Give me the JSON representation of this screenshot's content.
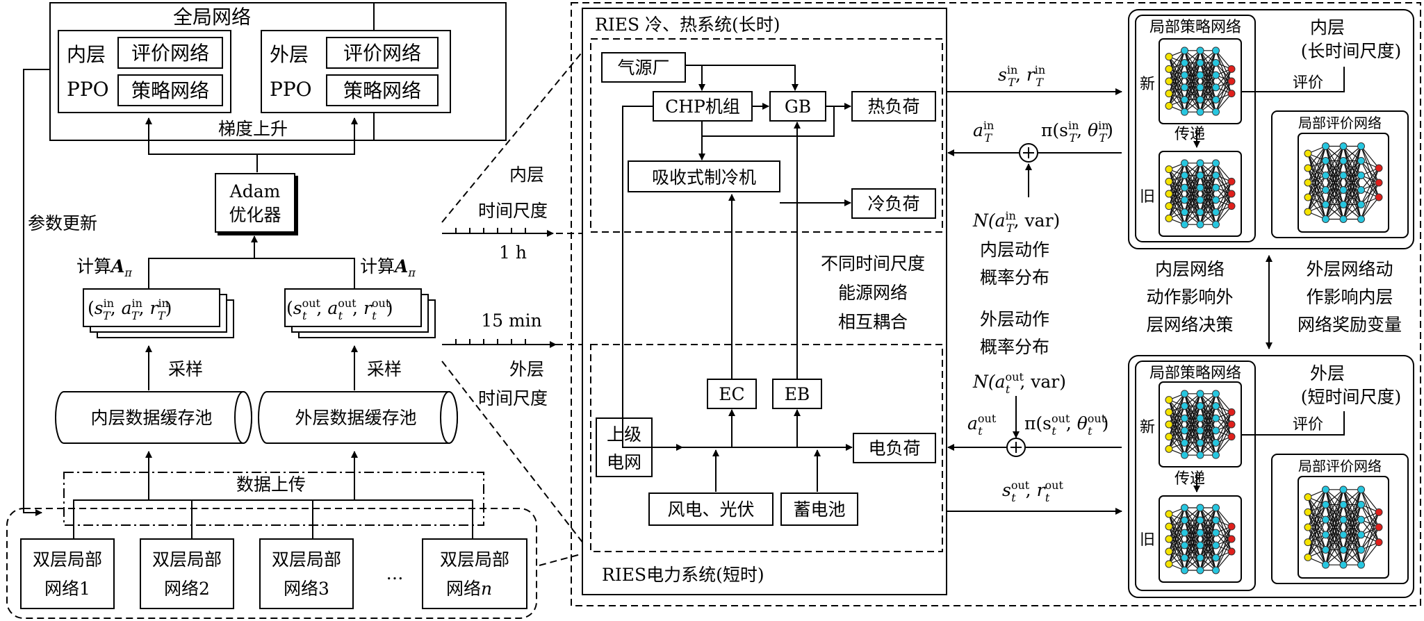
{
  "global": {
    "title": "全局网络",
    "inner_label1": "内层",
    "inner_label2": "PPO",
    "outer_label1": "外层",
    "outer_label2": "PPO",
    "critic": "评价网络",
    "actor": "策略网络",
    "gradient": "梯度上升"
  },
  "adam": {
    "line1": "Adam",
    "line2": "优化器"
  },
  "param_update": "参数更新",
  "compute_a_pi": {
    "prefix": "计算",
    "symbol": "A",
    "sub": "π"
  },
  "tuple_in": {
    "open": "(",
    "s": "s",
    "a": "a",
    "r": "r",
    "sub": "T",
    "sup": "in",
    "sep": ", ",
    "close": ")"
  },
  "tuple_out": {
    "open": "(",
    "s": "s",
    "a": "a",
    "r": "r",
    "sub": "t",
    "sup": "out",
    "sep": ", ",
    "close": ")"
  },
  "sampling": "采样",
  "buffer_in": "内层数据缓存池",
  "buffer_out": "外层数据缓存池",
  "upload": "数据上传",
  "local_nets": [
    {
      "line1": "双层局部",
      "line2": "网络1"
    },
    {
      "line1": "双层局部",
      "line2": "网络2"
    },
    {
      "line1": "双层局部",
      "line2": "网络3"
    },
    {
      "line1": "双层局部",
      "line2": "网络",
      "italic": "n"
    }
  ],
  "ellipsis": "…",
  "timescale": {
    "inner1": "内层",
    "inner2": "时间尺度",
    "inner_step": "1 h",
    "outer_step": "15 min",
    "outer1": "外层",
    "outer2": "时间尺度"
  },
  "ries": {
    "heat_title": "RIES 冷、热系统(长时)",
    "elec_title": "RIES电力系统(短时)",
    "gas": "气源厂",
    "chp": "CHP机组",
    "gb": "GB",
    "heat_load": "热负荷",
    "absorb": "吸收式制冷机",
    "cool_load": "冷负荷",
    "coupling": [
      "不同时间尺度",
      "能源网络",
      "相互耦合"
    ],
    "ec": "EC",
    "eb": "EB",
    "grid1": "上级",
    "grid2": "电网",
    "elec_load": "电负荷",
    "wind_pv": "风电、光伏",
    "battery": "蓄电池"
  },
  "signals": {
    "state_in": "s",
    "reward_in": "r",
    "act": "a",
    "pi": "π(s",
    "theta": "θ",
    "sup_in": "in",
    "sup_out": "out",
    "sub_T": "T",
    "sub_t": "t",
    "noise_in_prefix": "N(a",
    "noise_suffix": ", var)",
    "inner_dist": [
      "内层动作",
      "概率分布"
    ],
    "outer_dist": [
      "外层动作",
      "概率分布"
    ],
    "comma": ", ",
    "close": ")"
  },
  "influence": {
    "left": [
      "内层网络",
      "动作影响外",
      "层网络决策"
    ],
    "right": [
      "外层网络动",
      "作影响内层",
      "网络奖励变量"
    ]
  },
  "inner_agent": {
    "policy": "局部策略网络",
    "layer": "内层",
    "scale": "(长时间尺度)",
    "eval": "评价",
    "critic": "局部评价网络",
    "new": "新",
    "old": "旧",
    "transfer": "传递"
  },
  "outer_agent": {
    "policy": "局部策略网络",
    "layer": "外层",
    "scale": "(短时间尺度)",
    "eval": "评价",
    "critic": "局部评价网络",
    "new": "新",
    "old": "旧",
    "transfer": "传递"
  }
}
